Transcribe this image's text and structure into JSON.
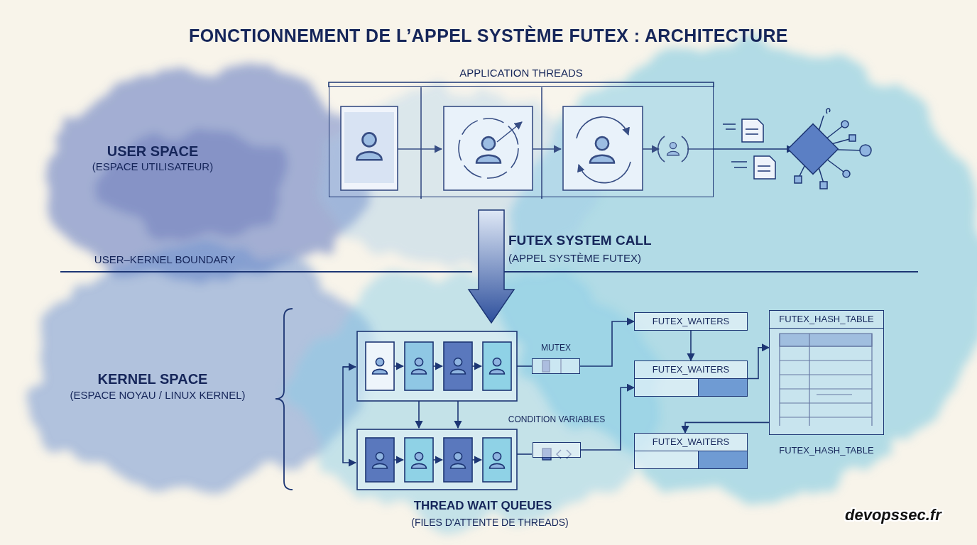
{
  "diagram": {
    "title": "FONCTIONNEMENT DE L’APPEL SYSTÈME FUTEX : ARCHITECTURE",
    "nodes": [
      {
        "text": [
          "APPLICATION THREADS"
        ]
      },
      {
        "text": [
          "MUTEX"
        ]
      },
      {
        "text": [
          "FUTEX_WAITERS"
        ]
      },
      {
        "text": [
          "FUTEX_WAITERS"
        ]
      },
      {
        "text": [
          "FUTEX_HASH_TABLE",
          "FUTEX_HASH_TABLE"
        ]
      },
      {
        "text": [
          "CONDITION VARIABLES"
        ]
      },
      {
        "text": [
          "FUTEX_WAITERS"
        ]
      }
    ],
    "edges": [
      {
        "from": 1,
        "to": 2,
        "arrow": "to"
      },
      {
        "from": 2,
        "to": 3,
        "arrow": "to"
      },
      {
        "from": 3,
        "to": 4,
        "arrow": "to"
      },
      {
        "from": 5,
        "to": 3,
        "arrow": "to"
      },
      {
        "from": 4,
        "to": 6,
        "arrow": "to"
      }
    ],
    "labels": [
      "USER SPACE",
      "(ESPACE UTILISATEUR)",
      "FUTEX SYSTEM CALL",
      "(APPEL SYSTÈME FUTEX)",
      "USER–KERNEL BOUNDARY",
      "KERNEL SPACE",
      "(ESPACE NOYAU / LINUX KERNEL)",
      "THREAD WAIT QUEUES",
      "(FILES D'ATTENTE DE THREADS)",
      "devopssec.fr"
    ]
  }
}
